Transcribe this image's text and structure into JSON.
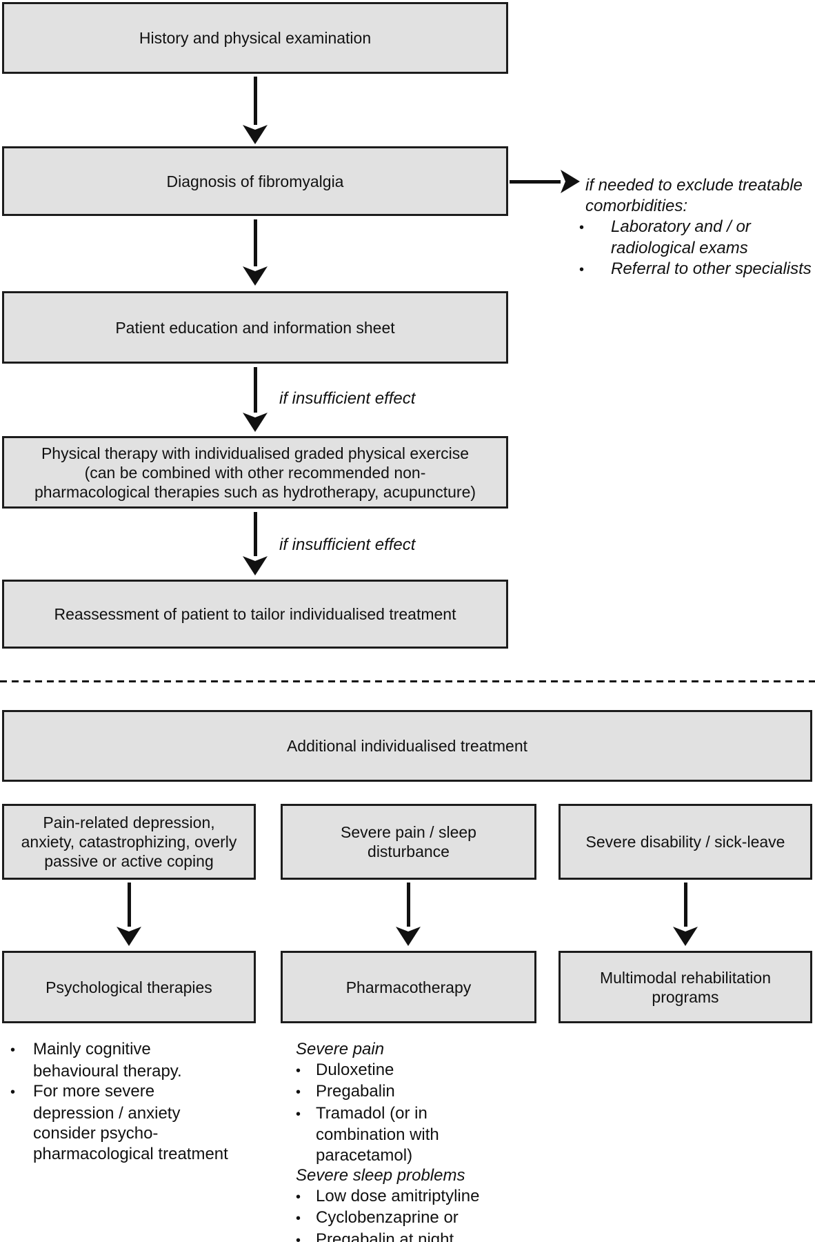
{
  "figure": {
    "background": "#ffffff",
    "colors": {
      "box_fill": "#e1e1e1",
      "box_border": "#1c1c1c",
      "ink": "#111111"
    },
    "bullet": "•",
    "boxes": {
      "history": {
        "line1": "History and physical examination"
      },
      "diagnosis": {
        "line1": "Diagnosis of fibromyalgia"
      },
      "education": {
        "line1": "Patient education and information sheet"
      },
      "physical": {
        "line1": "Physical therapy with individualised graded physical exercise",
        "line2": "(can be combined with other recommended non-",
        "line3": "pharmacological therapies such as hydrotherapy, acupuncture)"
      },
      "reassessment": {
        "line1": "Reassessment of patient to tailor individualised treatment"
      },
      "additional": {
        "line1": "Additional individualised treatment"
      },
      "pain_related": {
        "line1": "Pain-related depression,",
        "line2": "anxiety, catastrophizing, overly",
        "line3": "passive or active coping"
      },
      "severe_pain": {
        "line1": "Severe pain / sleep",
        "line2": "disturbance"
      },
      "disability": {
        "line1": "Severe disability / sick-leave"
      },
      "psychological": {
        "line1": "Psychological therapies"
      },
      "pharmacotherapy": {
        "line1": "Pharmacotherapy"
      },
      "multimodal": {
        "line1": "Multimodal rehabilitation",
        "line2": "programs"
      }
    },
    "annotation": {
      "line1": "if needed to exclude treatable",
      "line2": "comorbidities:",
      "bullet1_line1": "Laboratory and / or",
      "bullet1_line2": "radiological exams",
      "bullet2": "Referral to other specialists"
    },
    "edge_labels": {
      "insufficient1": "if insufficient effect",
      "insufficient2": "if insufficient effect"
    },
    "psych_notes": {
      "item1_line1": "Mainly cognitive",
      "item1_line2": "behavioural therapy.",
      "item2_line1": "For more severe",
      "item2_line2": "depression / anxiety",
      "item2_line3": "consider psycho-",
      "item2_line4": "pharmacological treatment"
    },
    "pharma_notes": {
      "heading1": "Severe pain",
      "pain1": "Duloxetine",
      "pain2": "Pregabalin",
      "pain3_line1": "Tramadol (or in",
      "pain3_line2": "combination with",
      "pain3_line3": "paracetamol)",
      "heading2": "Severe sleep problems",
      "sleep1": "Low dose amitriptyline",
      "sleep2": "Cyclobenzaprine or",
      "sleep3": "Pregabalin at night"
    }
  }
}
